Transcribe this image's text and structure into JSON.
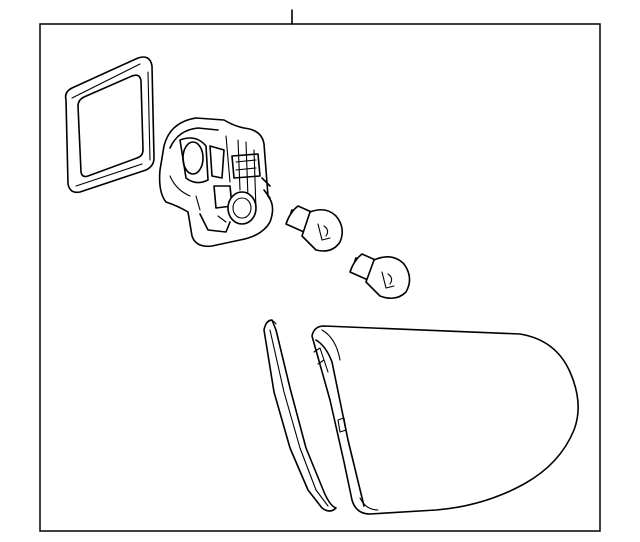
{
  "diagram": {
    "frame_color": "#000000",
    "background": "#ffffff",
    "parts": [
      {
        "name": "gasket"
      },
      {
        "name": "bulb-socket"
      },
      {
        "name": "bulb-upper"
      },
      {
        "name": "bulb-lower"
      },
      {
        "name": "seal-strip"
      },
      {
        "name": "lamp-lens"
      }
    ]
  }
}
